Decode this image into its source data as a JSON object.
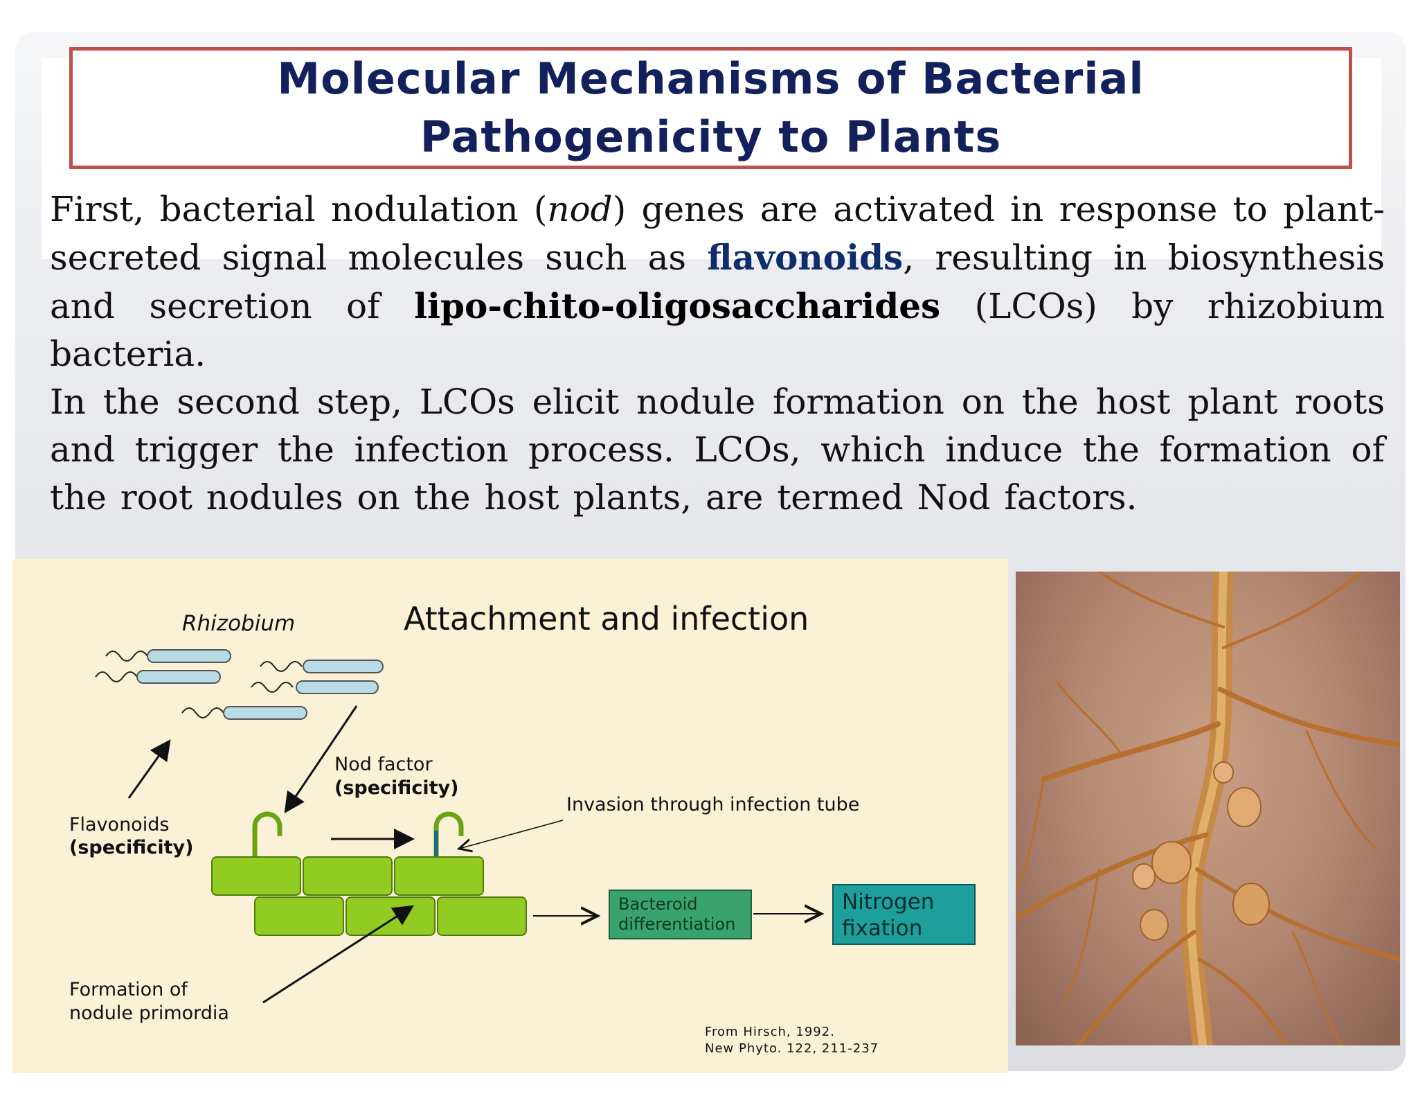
{
  "slide": {
    "title_line1": "Molecular Mechanisms of Bacterial",
    "title_line2": "Pathogenicity to Plants",
    "paragraph1": {
      "part1": "First, bacterial nodulation (",
      "nod": "nod",
      "part2": ") genes are activated in response to plant-secreted signal molecules such as ",
      "flavonoids": "flavonoids",
      "part3": ", resulting in biosynthesis and secretion of ",
      "lco": "lipo-chito-oligosaccharides",
      "part4": " (LCOs) by rhizobium bacteria."
    },
    "paragraph2": "In the second step, LCOs elicit nodule formation on the host plant roots and trigger the infection process. LCOs, which induce the formation of the root nodules on the host plants, are termed Nod factors."
  },
  "diagram": {
    "title": "Attachment and infection",
    "rhizobium_label": "Rhizobium",
    "nod_factor_label": "Nod factor",
    "nod_factor_specificity": "(specificity)",
    "invasion_label": "Invasion through infection tube",
    "flavonoids_label": "Flavonoids",
    "flavonoids_specificity": "(specificity)",
    "bacteroid_line1": "Bacteroid",
    "bacteroid_line2": "differentiation",
    "nitrogen_line1": "Nitrogen",
    "nitrogen_line2": "fixation",
    "formation_line1": "Formation of",
    "formation_line2": "nodule primordia",
    "citation_line1": "From Hirsch, 1992.",
    "citation_line2": "New Phyto. 122, 211-237",
    "colors": {
      "cell_green": "#92cc22",
      "bacteroid_box": "#3aa36b",
      "nitrogen_box": "#1f9e9e",
      "bacterium": "#b9dbe6"
    }
  },
  "photo": {
    "icon": "root-nodules-photo-icon"
  }
}
